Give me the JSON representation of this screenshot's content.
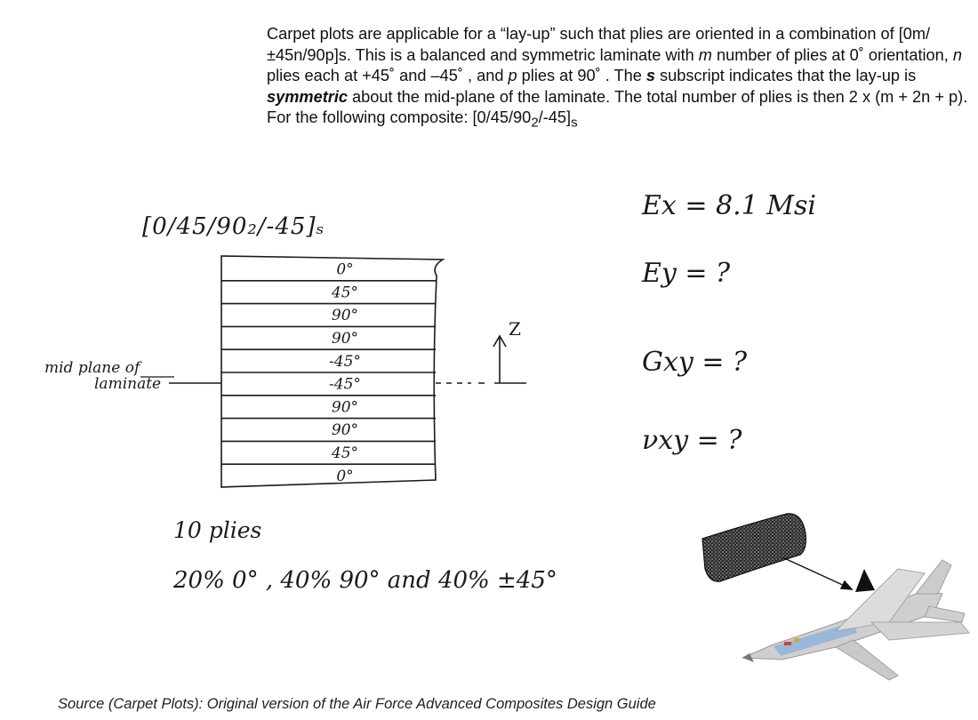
{
  "intro": {
    "p1": "Carpet plots are applicable for a “lay-up” such that plies are oriented in a combination of [0m/±45n/90p]s. This is a balanced and symmetric laminate with ",
    "m": "m",
    "p2": " number of plies at 0˚  orientation, ",
    "n": "n",
    "p3": " plies each at +45˚ and –45˚ , and ",
    "p": "p",
    "p4": " plies at 90˚ . The ",
    "s": "s",
    "p5": " subscript indicates that the lay-up is ",
    "sym": "symmetric",
    "p6": " about the mid-plane of the laminate. The total number of plies is then 2 x (m + 2n + p). For the following composite: [0/45/90",
    "sub2": "2",
    "p7": "/-45]",
    "subs": "s"
  },
  "sketch": {
    "layup_label": "[0/45/90₂/-45]ₛ",
    "mid_plane_line1": "mid plane of",
    "mid_plane_line2": "laminate",
    "axis_label": "Z",
    "plies": [
      "0°",
      "45°",
      "90°",
      "90°",
      "-45°",
      "-45°",
      "90°",
      "90°",
      "45°",
      "0°"
    ],
    "plies_count": "10  plies",
    "percentages": "20% 0°  ,  40% 90°  and  40% ±45°"
  },
  "properties": [
    {
      "label": "Ex = 8.1 Msi"
    },
    {
      "label": "Ey = ?"
    },
    {
      "label": "Gxy = ?"
    },
    {
      "label": "νxy = ?"
    }
  ],
  "source": "Source (Carpet Plots): Original version of the Air Force Advanced Composites Design Guide",
  "colors": {
    "ink": "#1a1a1a",
    "aircraft_body": "#d6d6d6",
    "aircraft_accent": "#8fb3d9",
    "nose_cone": "#111111",
    "composite_panel": "#333333"
  }
}
